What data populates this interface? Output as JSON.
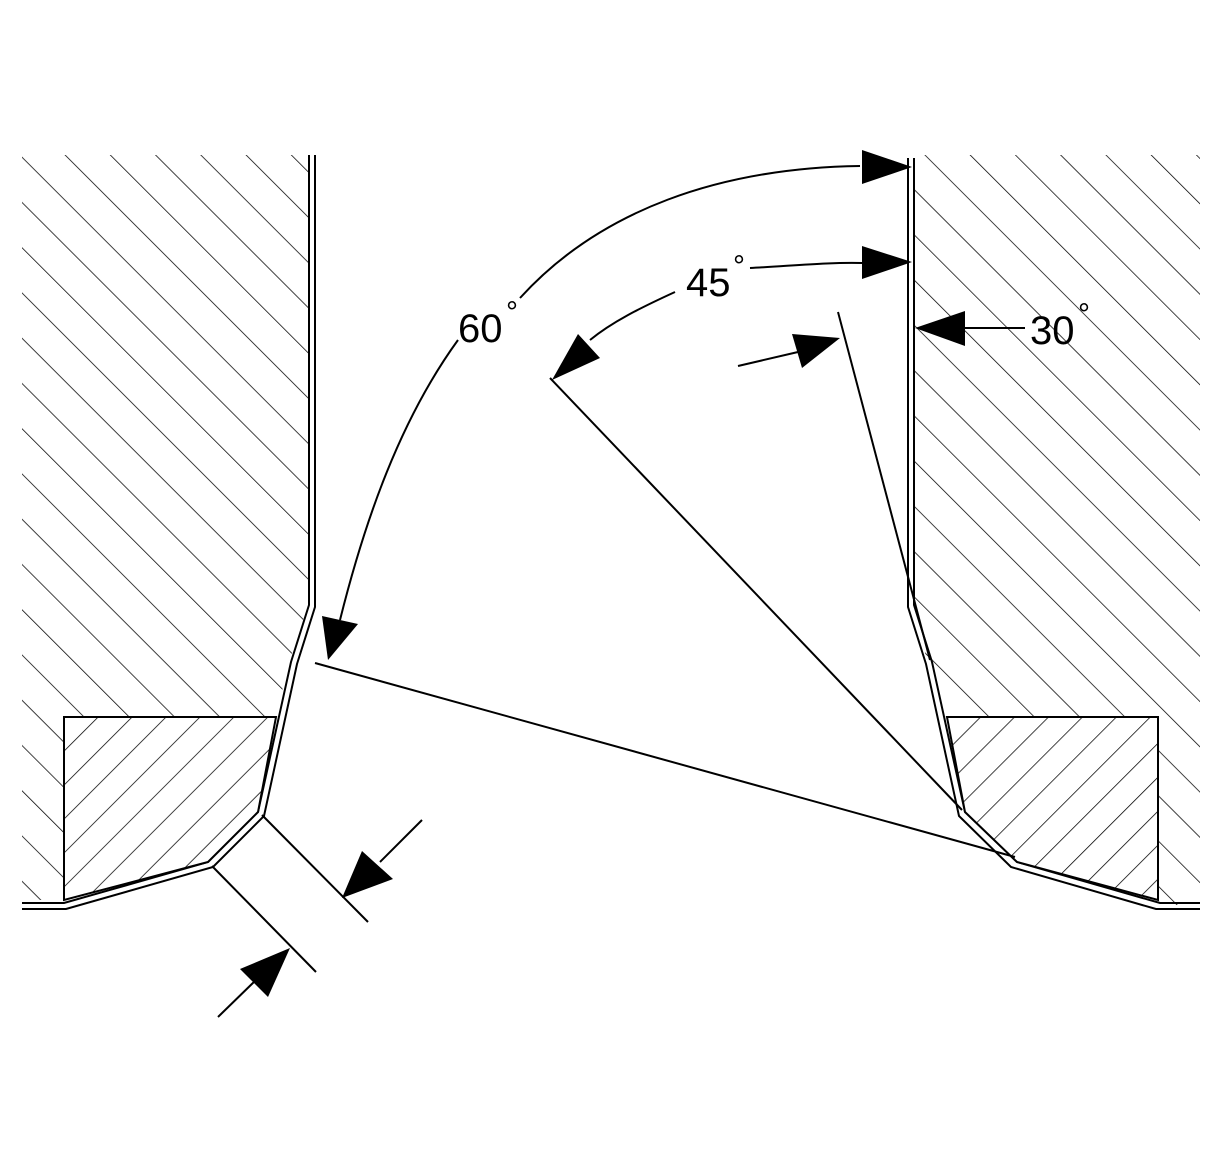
{
  "labels": {
    "angle_60": "60",
    "angle_45": "45",
    "angle_30": "30",
    "degree_symbol": "°"
  },
  "colors": {
    "ink": "#000000",
    "background": "#ffffff"
  }
}
